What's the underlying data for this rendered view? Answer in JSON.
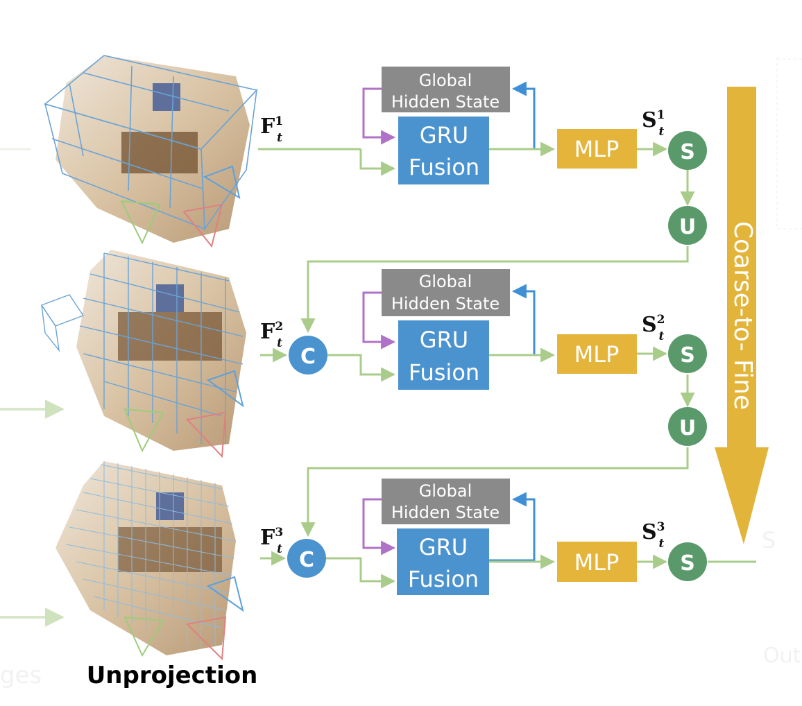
{
  "colors": {
    "green_line": "#a9cc8a",
    "purple_line": "#b072c6",
    "blue_line": "#3f8fd6",
    "gru": "#4b93cf",
    "mlp": "#e4b43b",
    "hidden": "#8a8a8a",
    "node_green": "#5a9a6a",
    "node_blue": "#4b93cf",
    "arrow_band": "#e2b43a"
  },
  "levels": [
    {
      "feature_base": "F",
      "feature_sub": "t",
      "feature_sup": "1",
      "hidden_line1": "Global",
      "hidden_line2": "Hidden State",
      "gru_line1": "GRU",
      "gru_line2": "Fusion",
      "mlp": "MLP",
      "s_base": "S",
      "s_sub": "t",
      "s_sup": "1",
      "s_node": "S",
      "u_node": "U"
    },
    {
      "feature_base": "F",
      "feature_sub": "t",
      "feature_sup": "2",
      "c_node": "C",
      "hidden_line1": "Global",
      "hidden_line2": "Hidden State",
      "gru_line1": "GRU",
      "gru_line2": "Fusion",
      "mlp": "MLP",
      "s_base": "S",
      "s_sub": "t",
      "s_sup": "2",
      "s_node": "S",
      "u_node": "U"
    },
    {
      "feature_base": "F",
      "feature_sub": "t",
      "feature_sup": "3",
      "c_node": "C",
      "hidden_line1": "Global",
      "hidden_line2": "Hidden State",
      "gru_line1": "GRU",
      "gru_line2": "Fusion",
      "mlp": "MLP",
      "s_base": "S",
      "s_sub": "t",
      "s_sup": "3",
      "s_node": "S"
    }
  ],
  "coarse_to_fine": "Coarse-to- Fine",
  "unprojection": "Unprojection",
  "faded_left": "ges",
  "faded_right_top": "S",
  "faded_right_bottom": "Out"
}
